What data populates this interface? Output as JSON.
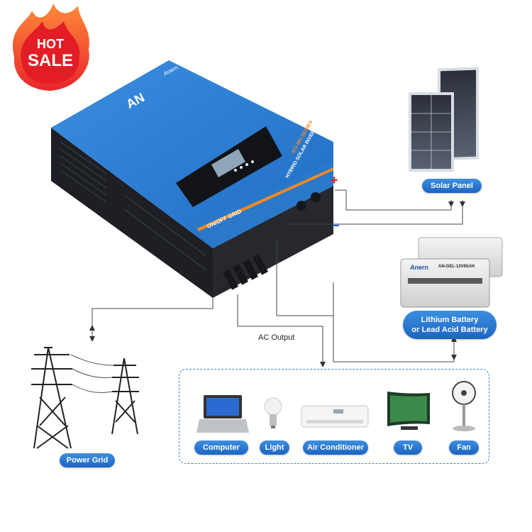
{
  "badge": {
    "line1": "HOT",
    "line2": "SALE",
    "color": "#e8262b"
  },
  "inverter": {
    "logo": "AN",
    "brand": "Anern",
    "series": "SCI-MH SERIES",
    "product": "HYBRID SOLAR INVERTER",
    "mode": "ON/OFF GRID",
    "body_color": "#2f7fd0"
  },
  "labels": {
    "solar_panel": "Solar Panel",
    "battery_line1": "Lithium Battery",
    "battery_line2": "or Lead Acid Battery",
    "power_grid": "Power Grid",
    "ac_output": "AC Output",
    "plus": "+",
    "minus": "−"
  },
  "battery_print": {
    "brand": "Anern",
    "model": "AN-GEL-12V65AH"
  },
  "appliances": [
    {
      "label": "Computer",
      "icon": "laptop-icon"
    },
    {
      "label": "Light",
      "icon": "light-bulb-icon"
    },
    {
      "label": "Air Conditioner",
      "icon": "air-conditioner-icon"
    },
    {
      "label": "TV",
      "icon": "tv-icon"
    },
    {
      "label": "Fan",
      "icon": "fan-icon"
    }
  ],
  "colors": {
    "pill": "#1c64c2",
    "dashed_border": "#3c82d6",
    "plus": "#e02020",
    "minus": "#1a5fc0"
  }
}
